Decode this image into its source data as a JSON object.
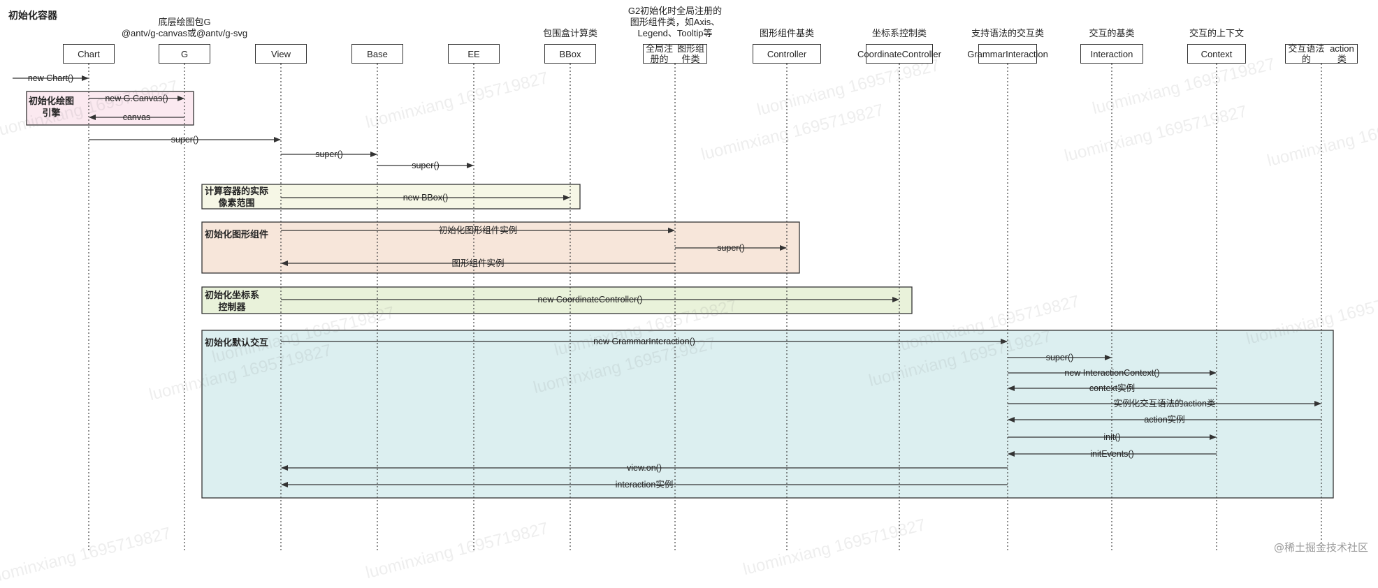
{
  "title": "初始化容器",
  "footer_brand": "@稀土掘金技术社区",
  "watermark_text": "luominxiang 1695719827",
  "actors": [
    {
      "id": "chart",
      "label": "Chart",
      "desc": ""
    },
    {
      "id": "g",
      "label": "G",
      "desc": "底层绘图包G\n@antv/g-canvas或@antv/g-svg"
    },
    {
      "id": "view",
      "label": "View",
      "desc": ""
    },
    {
      "id": "base",
      "label": "Base",
      "desc": ""
    },
    {
      "id": "ee",
      "label": "EE",
      "desc": ""
    },
    {
      "id": "bbox",
      "label": "BBox",
      "desc": "包围盒计算类"
    },
    {
      "id": "components",
      "label": "全局注册的\n图形组件类",
      "desc": "G2初始化时全局注册的\n图形组件类，如Axis、\nLegend、Tooltip等"
    },
    {
      "id": "controller",
      "label": "Controller",
      "desc": "图形组件基类"
    },
    {
      "id": "coord",
      "label": "Coordinate\nController",
      "desc": "坐标系控制类"
    },
    {
      "id": "grammar",
      "label": "GrammarI\nnteraction",
      "desc": "支持语法的交互类"
    },
    {
      "id": "interaction",
      "label": "Interaction",
      "desc": "交互的基类"
    },
    {
      "id": "context",
      "label": "Context",
      "desc": "交互的上下文"
    },
    {
      "id": "action",
      "label": "交互语法的\naction类",
      "desc": ""
    }
  ],
  "frames": [
    {
      "id": "init-draw",
      "label": "初始化绘图\n引擎"
    },
    {
      "id": "calc-bbox",
      "label": "计算容器的实际\n像素范围"
    },
    {
      "id": "init-components",
      "label": "初始化图形组件"
    },
    {
      "id": "init-coord",
      "label": "初始化坐标系\n控制器"
    },
    {
      "id": "init-interaction",
      "label": "初始化默认交互"
    }
  ],
  "messages": [
    {
      "from": "left-edge",
      "to": "chart",
      "label": "new Chart()"
    },
    {
      "from": "chart",
      "to": "g",
      "label": "new G.Canvas()"
    },
    {
      "from": "g",
      "to": "chart",
      "label": "canvas"
    },
    {
      "from": "chart",
      "to": "view",
      "label": "super()"
    },
    {
      "from": "view",
      "to": "base",
      "label": "super()"
    },
    {
      "from": "base",
      "to": "ee",
      "label": "super()"
    },
    {
      "from": "view",
      "to": "bbox",
      "label": "new BBox()"
    },
    {
      "from": "view",
      "to": "components",
      "label": "初始化图形组件实例"
    },
    {
      "from": "components",
      "to": "controller",
      "label": "super()"
    },
    {
      "from": "components",
      "to": "view",
      "label": "图形组件实例"
    },
    {
      "from": "view",
      "to": "coord",
      "label": "new CoordinateController()"
    },
    {
      "from": "view",
      "to": "grammar",
      "label": "new GrammarInteraction()"
    },
    {
      "from": "grammar",
      "to": "interaction",
      "label": "super()"
    },
    {
      "from": "grammar",
      "to": "context",
      "label": "new InteractionContext()"
    },
    {
      "from": "context",
      "to": "grammar",
      "label": "context实例"
    },
    {
      "from": "grammar",
      "to": "action",
      "label": "实例化交互语法的action类"
    },
    {
      "from": "action",
      "to": "grammar",
      "label": "action实例"
    },
    {
      "from": "grammar",
      "to": "context",
      "label": "init()"
    },
    {
      "from": "context",
      "to": "grammar",
      "label": "initEvents()"
    },
    {
      "from": "grammar",
      "to": "view",
      "label": "view.on()"
    },
    {
      "from": "grammar",
      "to": "view",
      "label": "interaction实例"
    }
  ]
}
